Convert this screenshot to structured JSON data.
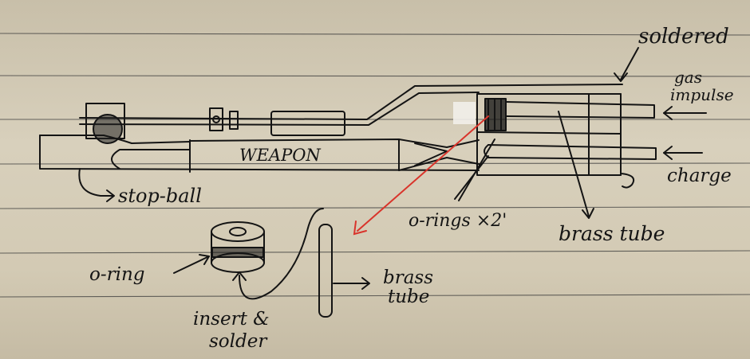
{
  "labels": {
    "soldered": "soldered",
    "gas_impulse_line1": "gas",
    "gas_impulse_line2": "impulse",
    "charge": "charge",
    "weapon": "WEAPON",
    "stop_ball": "stop-ball",
    "o_rings_x2": "o-rings ×2'",
    "brass_tube_top": "brass tube",
    "o_ring": "o-ring",
    "brass_tube_bottom_line1": "brass",
    "brass_tube_bottom_line2": "tube",
    "insert_line1": "insert &",
    "insert_line2": "solder"
  },
  "colors": {
    "paper": "#d4cbb5",
    "ink": "#141414",
    "rule": "#3a3a3a",
    "red_arrow": "#d9342b",
    "white_patch": "#f2f0ea"
  }
}
